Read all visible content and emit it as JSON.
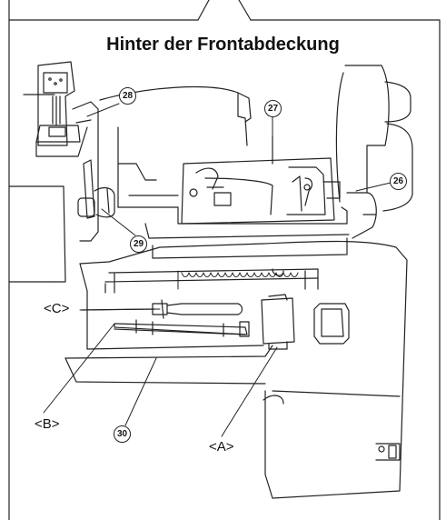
{
  "title": "Hinter der Frontabdeckung",
  "callouts": {
    "c26": "26",
    "c27": "27",
    "c28": "28",
    "c29": "29",
    "c30": "30"
  },
  "labels": {
    "a": "<A>",
    "b": "<B>",
    "c": "<C>"
  },
  "colors": {
    "line": "#222222",
    "background": "#ffffff",
    "text": "#111111"
  }
}
